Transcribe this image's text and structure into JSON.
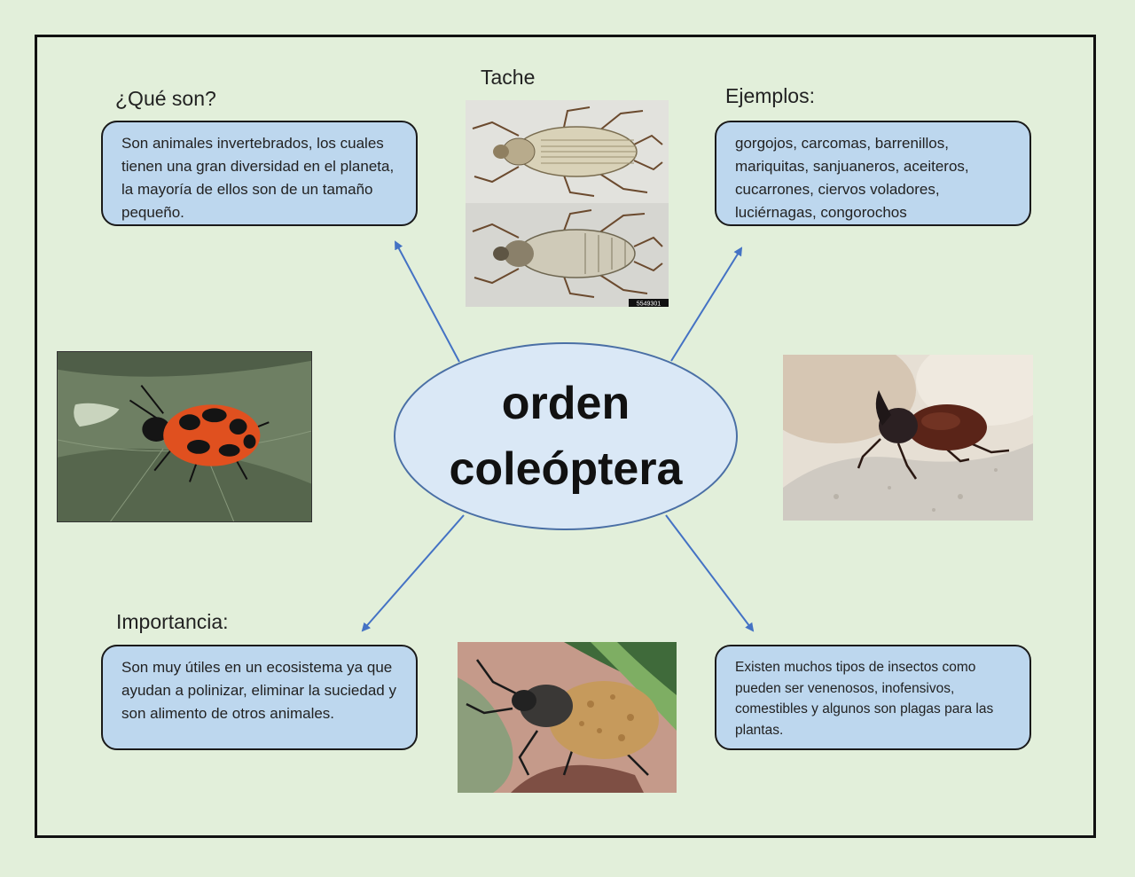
{
  "center": {
    "line1": "orden",
    "line2": "coleóptera"
  },
  "headings": {
    "que_son": "¿Qué son?",
    "tache": "Tache",
    "ejemplos": "Ejemplos:",
    "importancia": "Importancia:"
  },
  "boxes": {
    "que_son": "Son animales invertebrados, los cuales tienen una gran diversidad en el planeta, la mayoría de ellos son de un tamaño pequeño.",
    "ejemplos": "gorgojos, carcomas, barrenillos, mariquitas, sanjuaneros, aceiteros, cucarrones, ciervos voladores, luciérnagas, congorochos",
    "importancia": "Son muy útiles en un ecosistema ya que ayudan a polinizar, eliminar la suciedad y son alimento de otros animales.",
    "tipos": "Existen muchos tipos de insectos como pueden ser venenosos, inofensivos, comestibles y algunos son plagas para las plantas."
  },
  "photos": {
    "tache_watermark": "5549301"
  },
  "colors": {
    "background": "#e2efda",
    "box_fill": "#bdd7ee",
    "ellipse_fill": "#dae8f6",
    "arrow": "#4472c4"
  }
}
